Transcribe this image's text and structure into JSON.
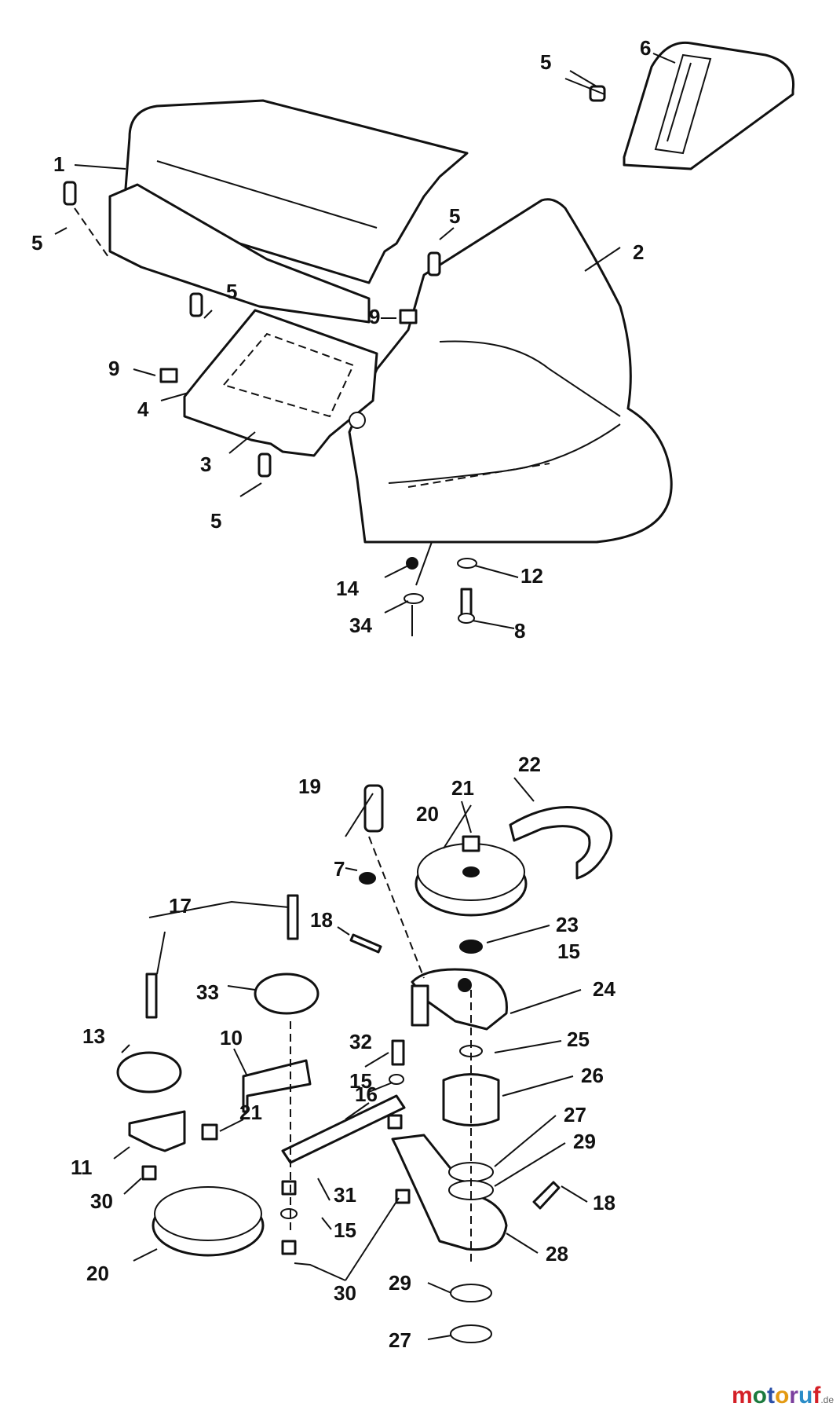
{
  "callouts": [
    "1",
    "2",
    "3",
    "4",
    "5",
    "6",
    "7",
    "8",
    "9",
    "10",
    "11",
    "12",
    "13",
    "14",
    "15",
    "16",
    "17",
    "18",
    "19",
    "20",
    "21",
    "22",
    "23",
    "24",
    "25",
    "26",
    "27",
    "28",
    "29",
    "30",
    "31",
    "32",
    "33",
    "34"
  ],
  "watermark": {
    "letters": [
      "m",
      "o",
      "t",
      "o",
      "r",
      "u",
      "f"
    ],
    "colors": [
      "#d42027",
      "#1b7a3e",
      "#2a4fa8",
      "#e39a12",
      "#7a3e9d",
      "#2a8cc7",
      "#d42027"
    ],
    "suffix": ".de"
  }
}
